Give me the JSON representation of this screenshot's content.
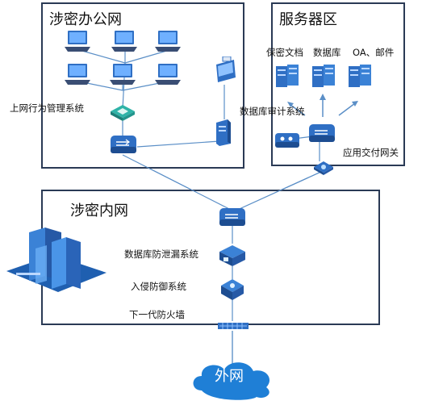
{
  "zones": {
    "office": {
      "title": "涉密办公网"
    },
    "servers": {
      "title": "服务器区"
    },
    "intranet": {
      "title": "涉密内网"
    }
  },
  "labels": {
    "behavior_mgmt": "上网行为管理系统",
    "db_audit": "数据库审计系统",
    "app_gateway": "应用交付网关",
    "db_dlp": "数据库防泄漏系统",
    "ids": "入侵防御系统",
    "firewall": "下一代防火墙",
    "internet": "外网",
    "srv_docs": "保密文档",
    "srv_db": "数据库",
    "srv_oa": "OA、邮件"
  },
  "colors": {
    "border": "#2a3a55",
    "device_blue": "#2f6fc4",
    "line": "#5b8fc7",
    "cloud": "#1f7fd6"
  }
}
